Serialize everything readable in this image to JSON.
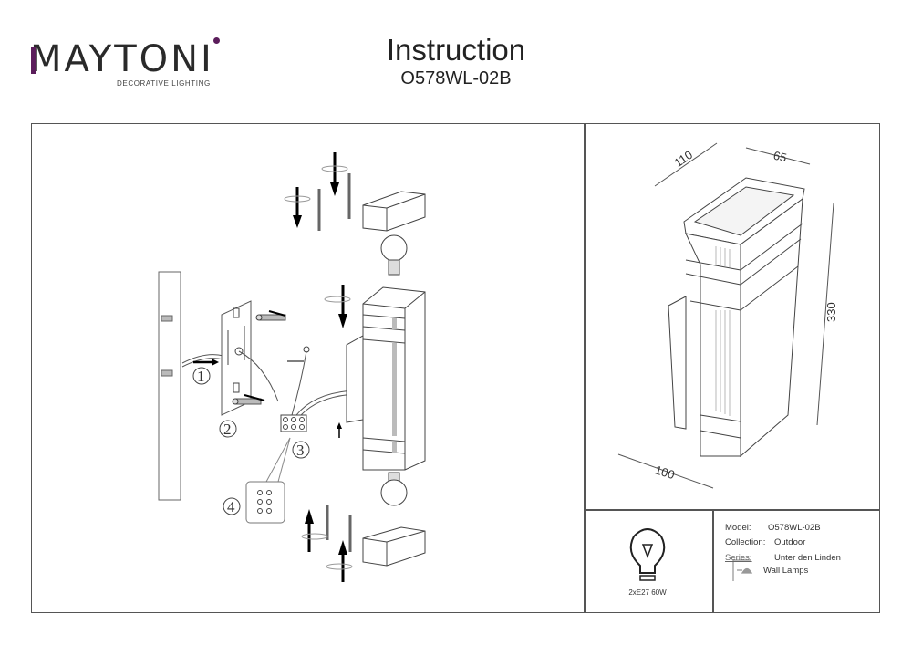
{
  "brand": {
    "name": "MAYTONI",
    "tagline": "DECORATIVE LIGHTING",
    "accent_color": "#5b1d5b"
  },
  "header": {
    "title": "Instruction",
    "model_code": "O578WL-02B"
  },
  "assembly": {
    "steps": [
      "1",
      "2",
      "3",
      "4"
    ]
  },
  "dimensions": {
    "depth": "110",
    "width": "65",
    "height": "330",
    "projection": "100"
  },
  "bulb": {
    "icon": "light-bulb-icon",
    "spec": "2xE27 60W"
  },
  "specs": {
    "model_label": "Model:",
    "model_value": "O578WL-02B",
    "collection_label": "Collection:",
    "collection_value": "Outdoor",
    "series_label": "Series:",
    "series_value": "Unter den Linden",
    "type_icon": "wall-lamp-icon",
    "type_value": "Wall Lamps"
  }
}
